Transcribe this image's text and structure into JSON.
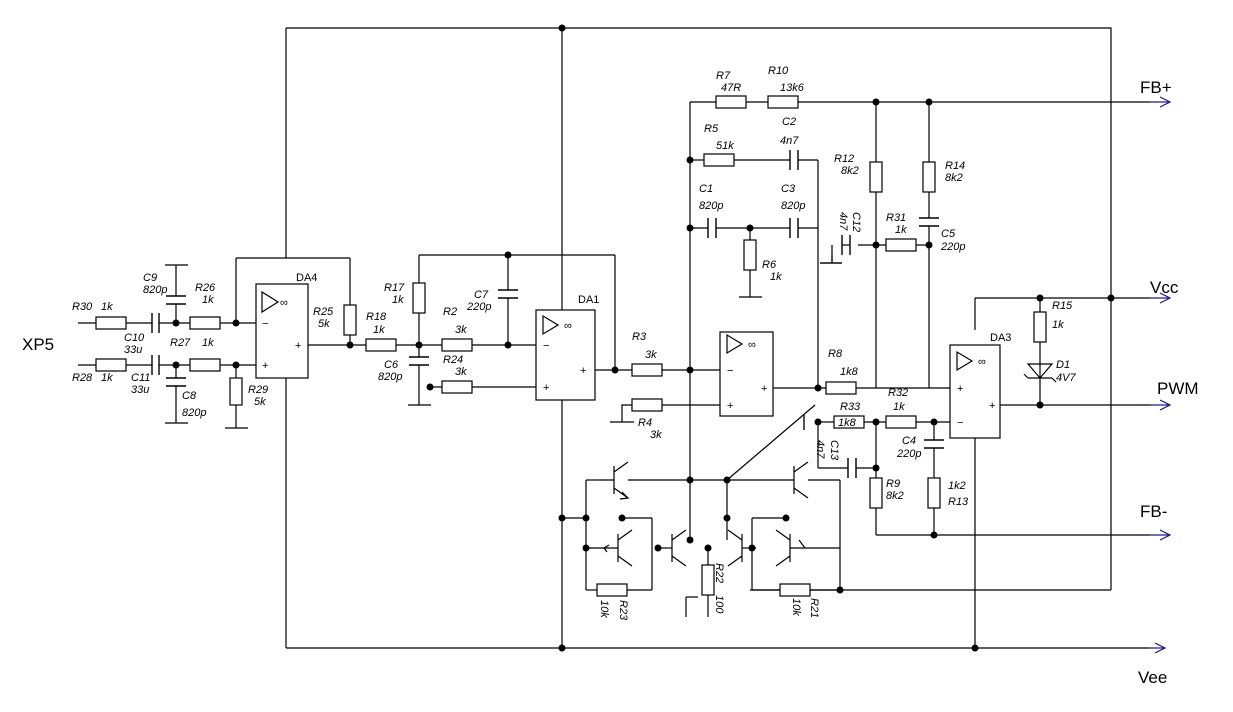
{
  "signals": {
    "fb_plus": "FB+",
    "vcc": "Vcc",
    "pwm": "PWM",
    "fb_minus": "FB-",
    "vee": "Vee",
    "xp5": "XP5"
  },
  "opamps": {
    "da1": "DA1",
    "da3": "DA3",
    "da4": "DA4",
    "inf": "∞",
    "minus": "−",
    "plus": "+"
  },
  "labels": {
    "r30": "R30",
    "r30v": "1k",
    "r28": "R28",
    "r28v": "1k",
    "c10": "C10",
    "c10v": "33u",
    "c11": "C11",
    "c11v": "33u",
    "c9": "C9",
    "c9v": "820p",
    "c8": "C8",
    "c8v": "820p",
    "r26": "R26",
    "r26v": "1k",
    "r27": "R27",
    "r27v": "1k",
    "r29": "R29",
    "r29v": "5k",
    "r25": "R25",
    "r25v": "5k",
    "r18": "R18",
    "r18v": "1k",
    "r17": "R17",
    "r17v": "1k",
    "c6": "C6",
    "c6v": "820p",
    "r2": "R2",
    "r2v": "3k",
    "r24": "R24",
    "r24v": "3k",
    "c7": "C7",
    "c7v": "220p",
    "r3": "R3",
    "r3v": "3k",
    "r4": "R4",
    "r4v": "3k",
    "r7": "R7",
    "r7v": "47R",
    "r10": "R10",
    "r10v": "13k6",
    "r5": "R5",
    "r5v": "51k",
    "c2": "C2",
    "c2v": "4n7",
    "c1": "C1",
    "c1v": "820p",
    "c3": "C3",
    "c3v": "820p",
    "r6": "R6",
    "r6v": "1k",
    "r12": "R12",
    "r12v": "8k2",
    "r14": "R14",
    "r14v": "8k2",
    "c12": "C12",
    "c12v": "4n7",
    "r31": "R31",
    "r31v": "1k",
    "c5": "C5",
    "c5v": "220p",
    "r8": "R8",
    "r8v": "1k8",
    "r15": "R15",
    "r15v": "1k",
    "d1": "D1",
    "d1v": "4V7",
    "r33": "R33",
    "r33v": "1k8",
    "r32": "R32",
    "r32v": "1k",
    "c13": "C13",
    "c13v": "4n7",
    "c4": "C4",
    "c4v": "220p",
    "r9": "R9",
    "r9v": "8k2",
    "r13": "R13",
    "r13v": "1k2",
    "r22": "R22",
    "r22v": "100",
    "r23": "R23",
    "r23v": "10k",
    "r21": "R21",
    "r21v": "10k"
  }
}
